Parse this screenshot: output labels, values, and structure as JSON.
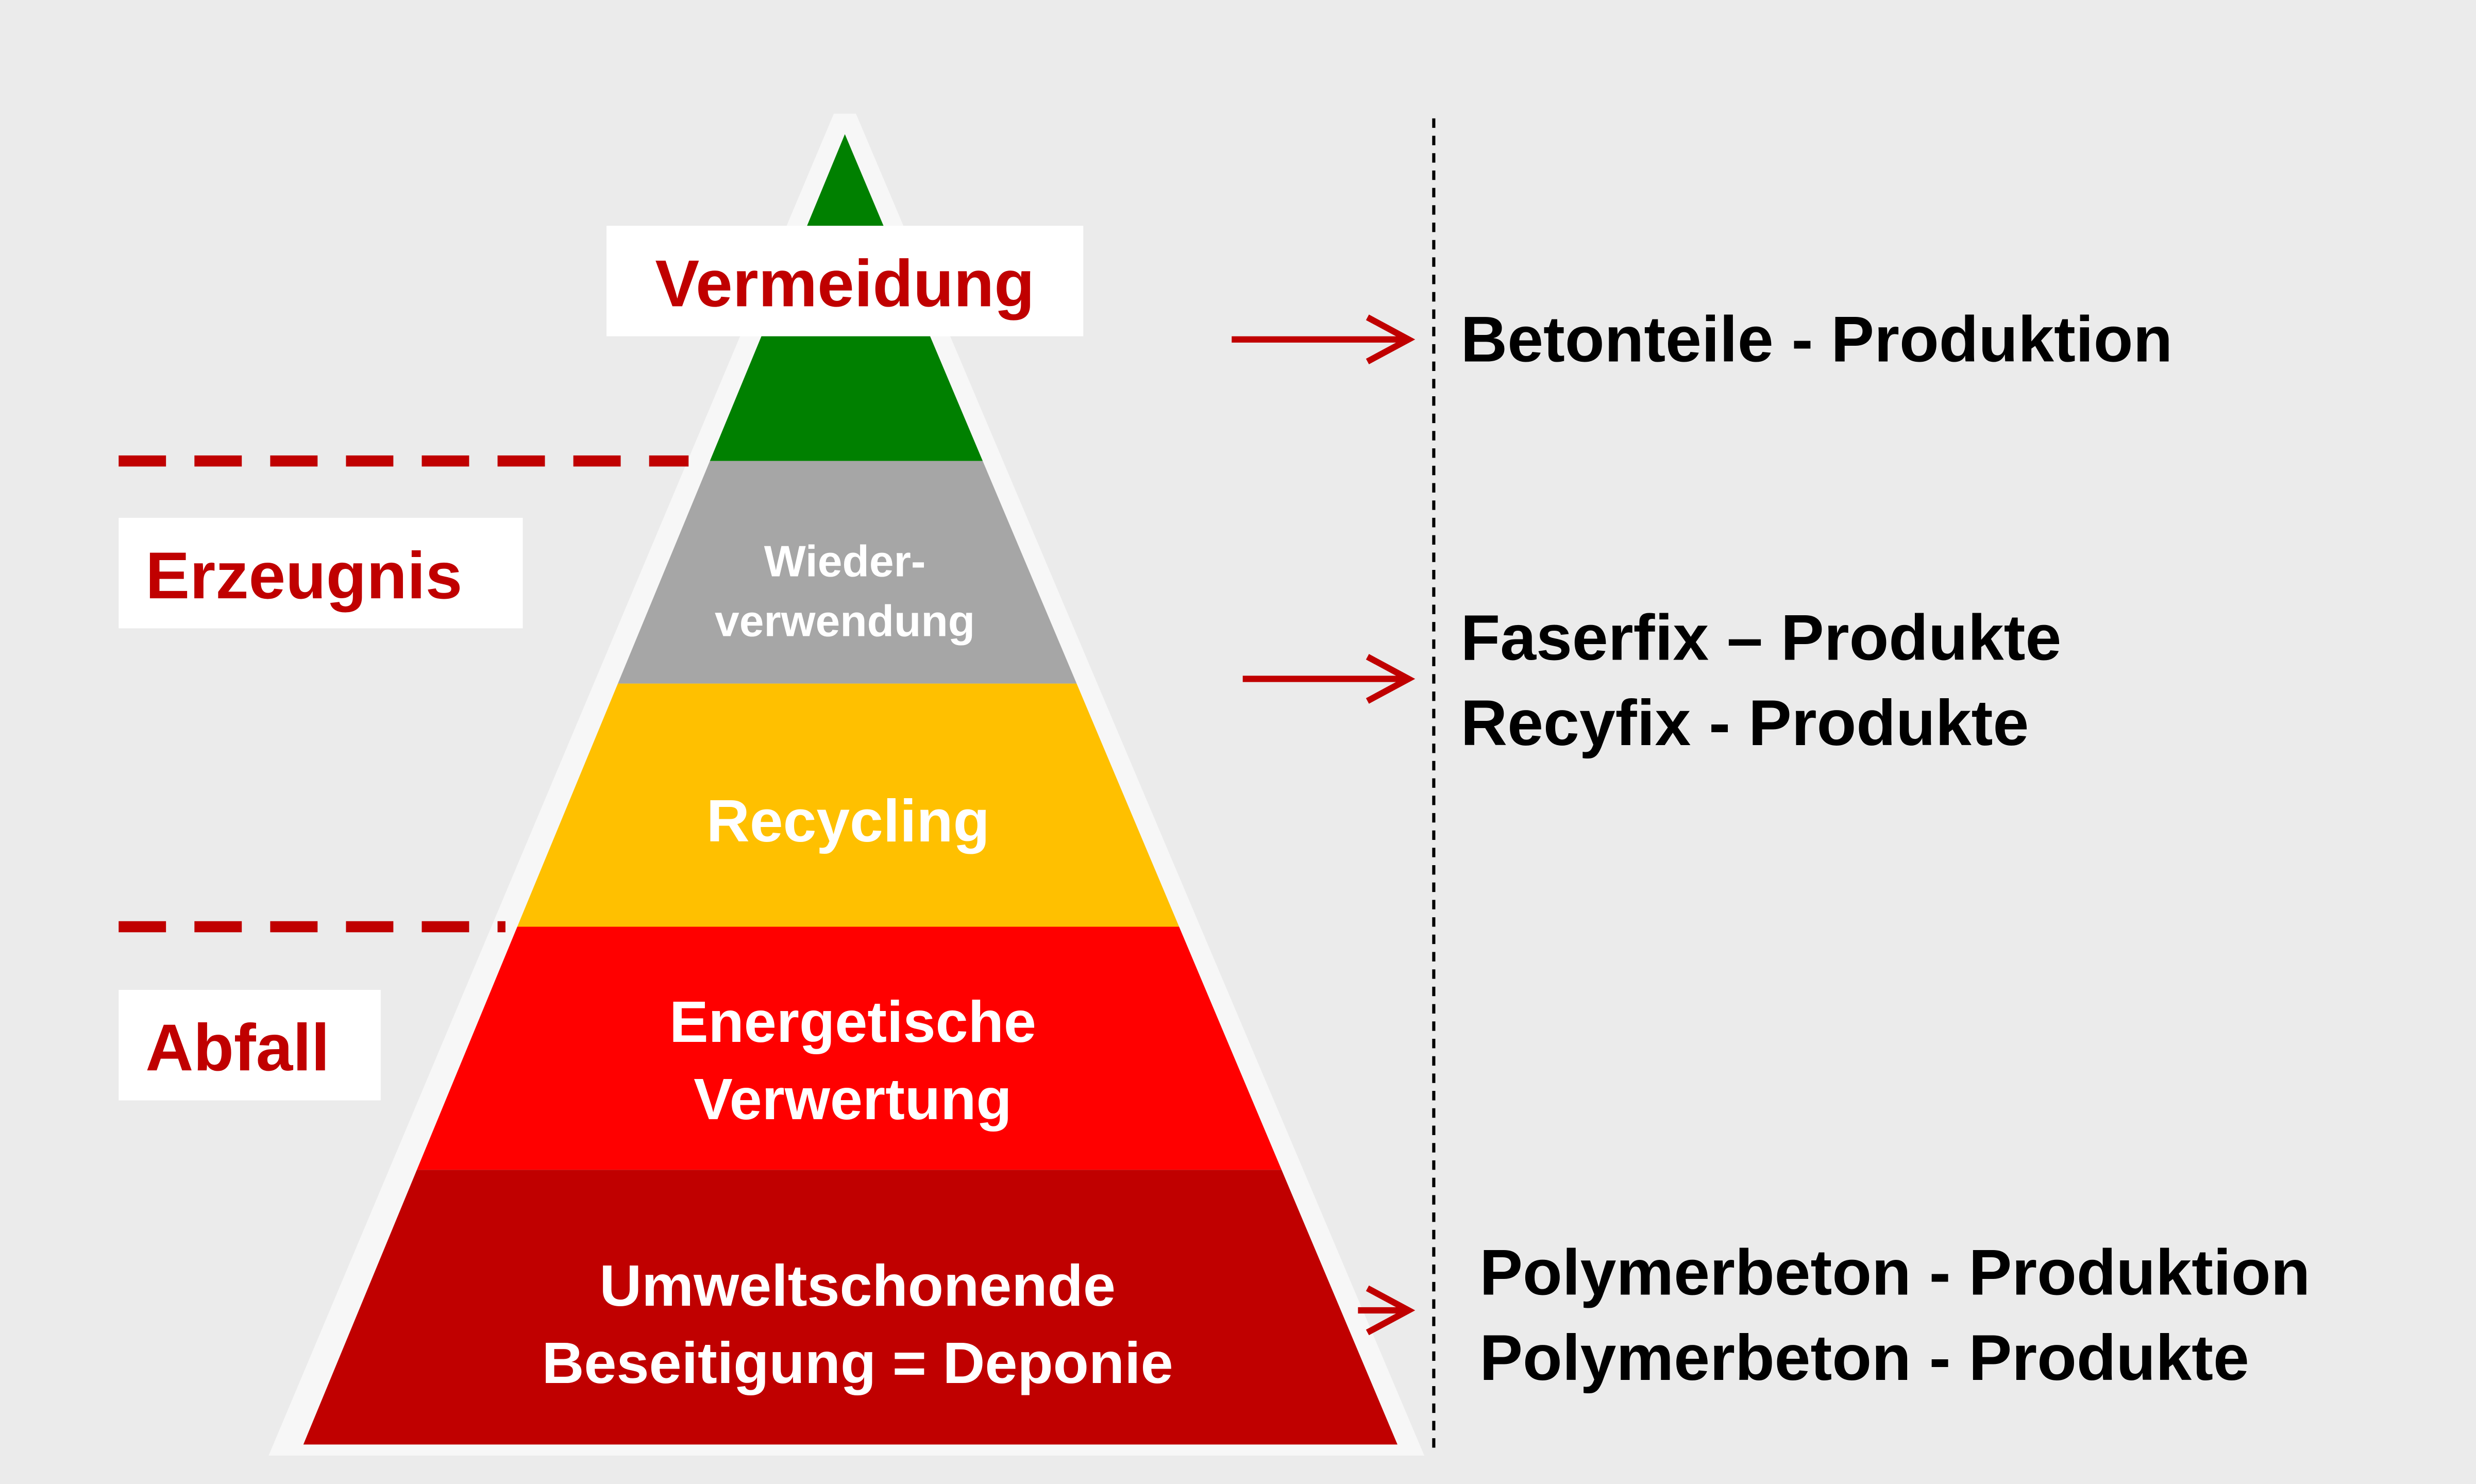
{
  "colors": {
    "background": "#ebebeb",
    "accent_red": "#c00000",
    "green": "#008000",
    "gray": "#a6a6a6",
    "yellow": "#ffc000",
    "red": "#ff0000",
    "dark_red": "#c00000"
  },
  "pyramid": {
    "levels": [
      {
        "name": "Vermeidung"
      },
      {
        "lines": [
          "Wieder-",
          "verwendung"
        ]
      },
      {
        "lines": [
          "Recycling"
        ]
      },
      {
        "lines": [
          "Energetische",
          "Verwertung"
        ]
      },
      {
        "lines": [
          "Umweltschonende",
          "Beseitigung = Deponie"
        ]
      }
    ]
  },
  "side_labels": {
    "top": "Vermeidung",
    "middle": "Erzeugnis",
    "bottom": "Abfall"
  },
  "outcomes": {
    "first": [
      "Betonteile - Produktion"
    ],
    "second": [
      "Faserfix – Produkte",
      "Recyfix - Produkte"
    ],
    "third": [
      "Polymerbeton - Produktion",
      "Polymerbeton - Produkte"
    ]
  }
}
